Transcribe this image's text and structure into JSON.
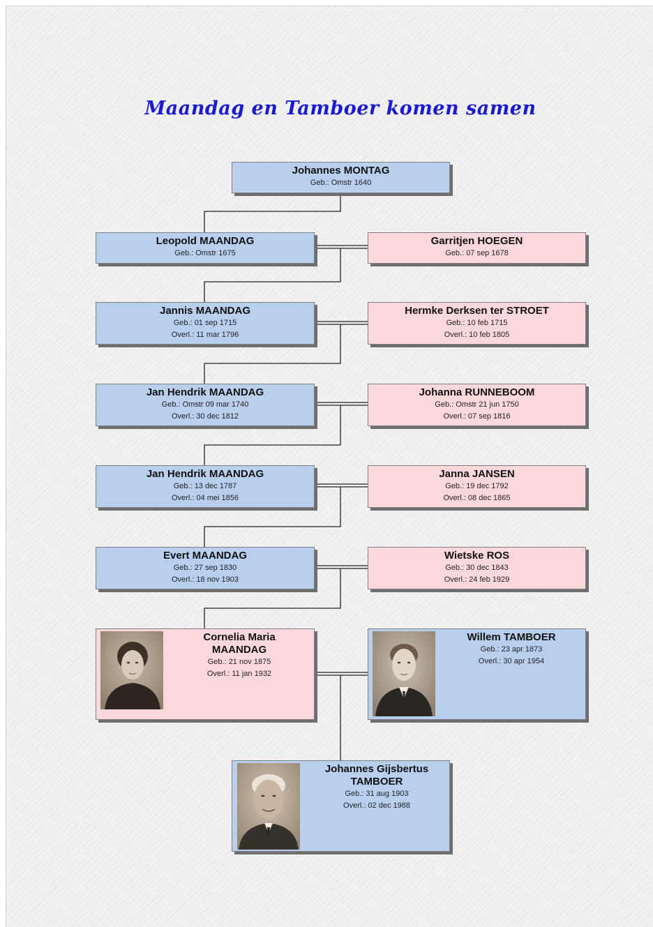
{
  "title": "Maandag en Tamboer komen samen",
  "colors": {
    "male": "#b8cfee",
    "female": "#fcd8dc",
    "title": "#1a1ad6"
  },
  "persons": {
    "johannes_montag": {
      "name": "Johannes MONTAG",
      "born": "Geb.: Omstr 1640"
    },
    "leopold": {
      "name": "Leopold MAANDAG",
      "born": "Geb.: Omstr 1675"
    },
    "garritjen": {
      "name": "Garritjen HOEGEN",
      "born": "Geb.: 07 sep 1678"
    },
    "jannis": {
      "name": "Jannis MAANDAG",
      "born": "Geb.: 01 sep 1715",
      "died": "Overl.: 11 mar 1796"
    },
    "hermke": {
      "name": "Hermke Derksen ter STROET",
      "born": "Geb.: 10 feb 1715",
      "died": "Overl.: 10 feb 1805"
    },
    "jan_hendrik_1": {
      "name": "Jan Hendrik MAANDAG",
      "born": "Geb.: Omstr 09 mar 1740",
      "died": "Overl.: 30 dec 1812"
    },
    "johanna": {
      "name": "Johanna RUNNEBOOM",
      "born": "Geb.: Omstr 21 jun 1750",
      "died": "Overl.: 07 sep 1816"
    },
    "jan_hendrik_2": {
      "name": "Jan Hendrik MAANDAG",
      "born": "Geb.: 13 dec 1787",
      "died": "Overl.: 04 mei 1856"
    },
    "janna": {
      "name": "Janna JANSEN",
      "born": "Geb.: 19 dec 1792",
      "died": "Overl.: 08 dec 1865"
    },
    "evert": {
      "name": "Evert MAANDAG",
      "born": "Geb.: 27 sep 1830",
      "died": "Overl.: 18 nov 1903"
    },
    "wietske": {
      "name": "Wietske ROS",
      "born": "Geb.: 30 dec 1843",
      "died": "Overl.: 24 feb 1929"
    },
    "cornelia": {
      "name_line1": "Cornelia Maria",
      "name_line2": "MAANDAG",
      "born": "Geb.: 21 nov 1875",
      "died": "Overl.: 11 jan 1932"
    },
    "willem": {
      "name": "Willem TAMBOER",
      "born": "Geb.: 23 apr 1873",
      "died": "Overl.: 30 apr 1954"
    },
    "johannes_gijsbertus": {
      "name_line1": "Johannes Gijsbertus",
      "name_line2": "TAMBOER",
      "born": "Geb.: 31 aug 1903",
      "died": "Overl.: 02 dec 1988"
    }
  }
}
